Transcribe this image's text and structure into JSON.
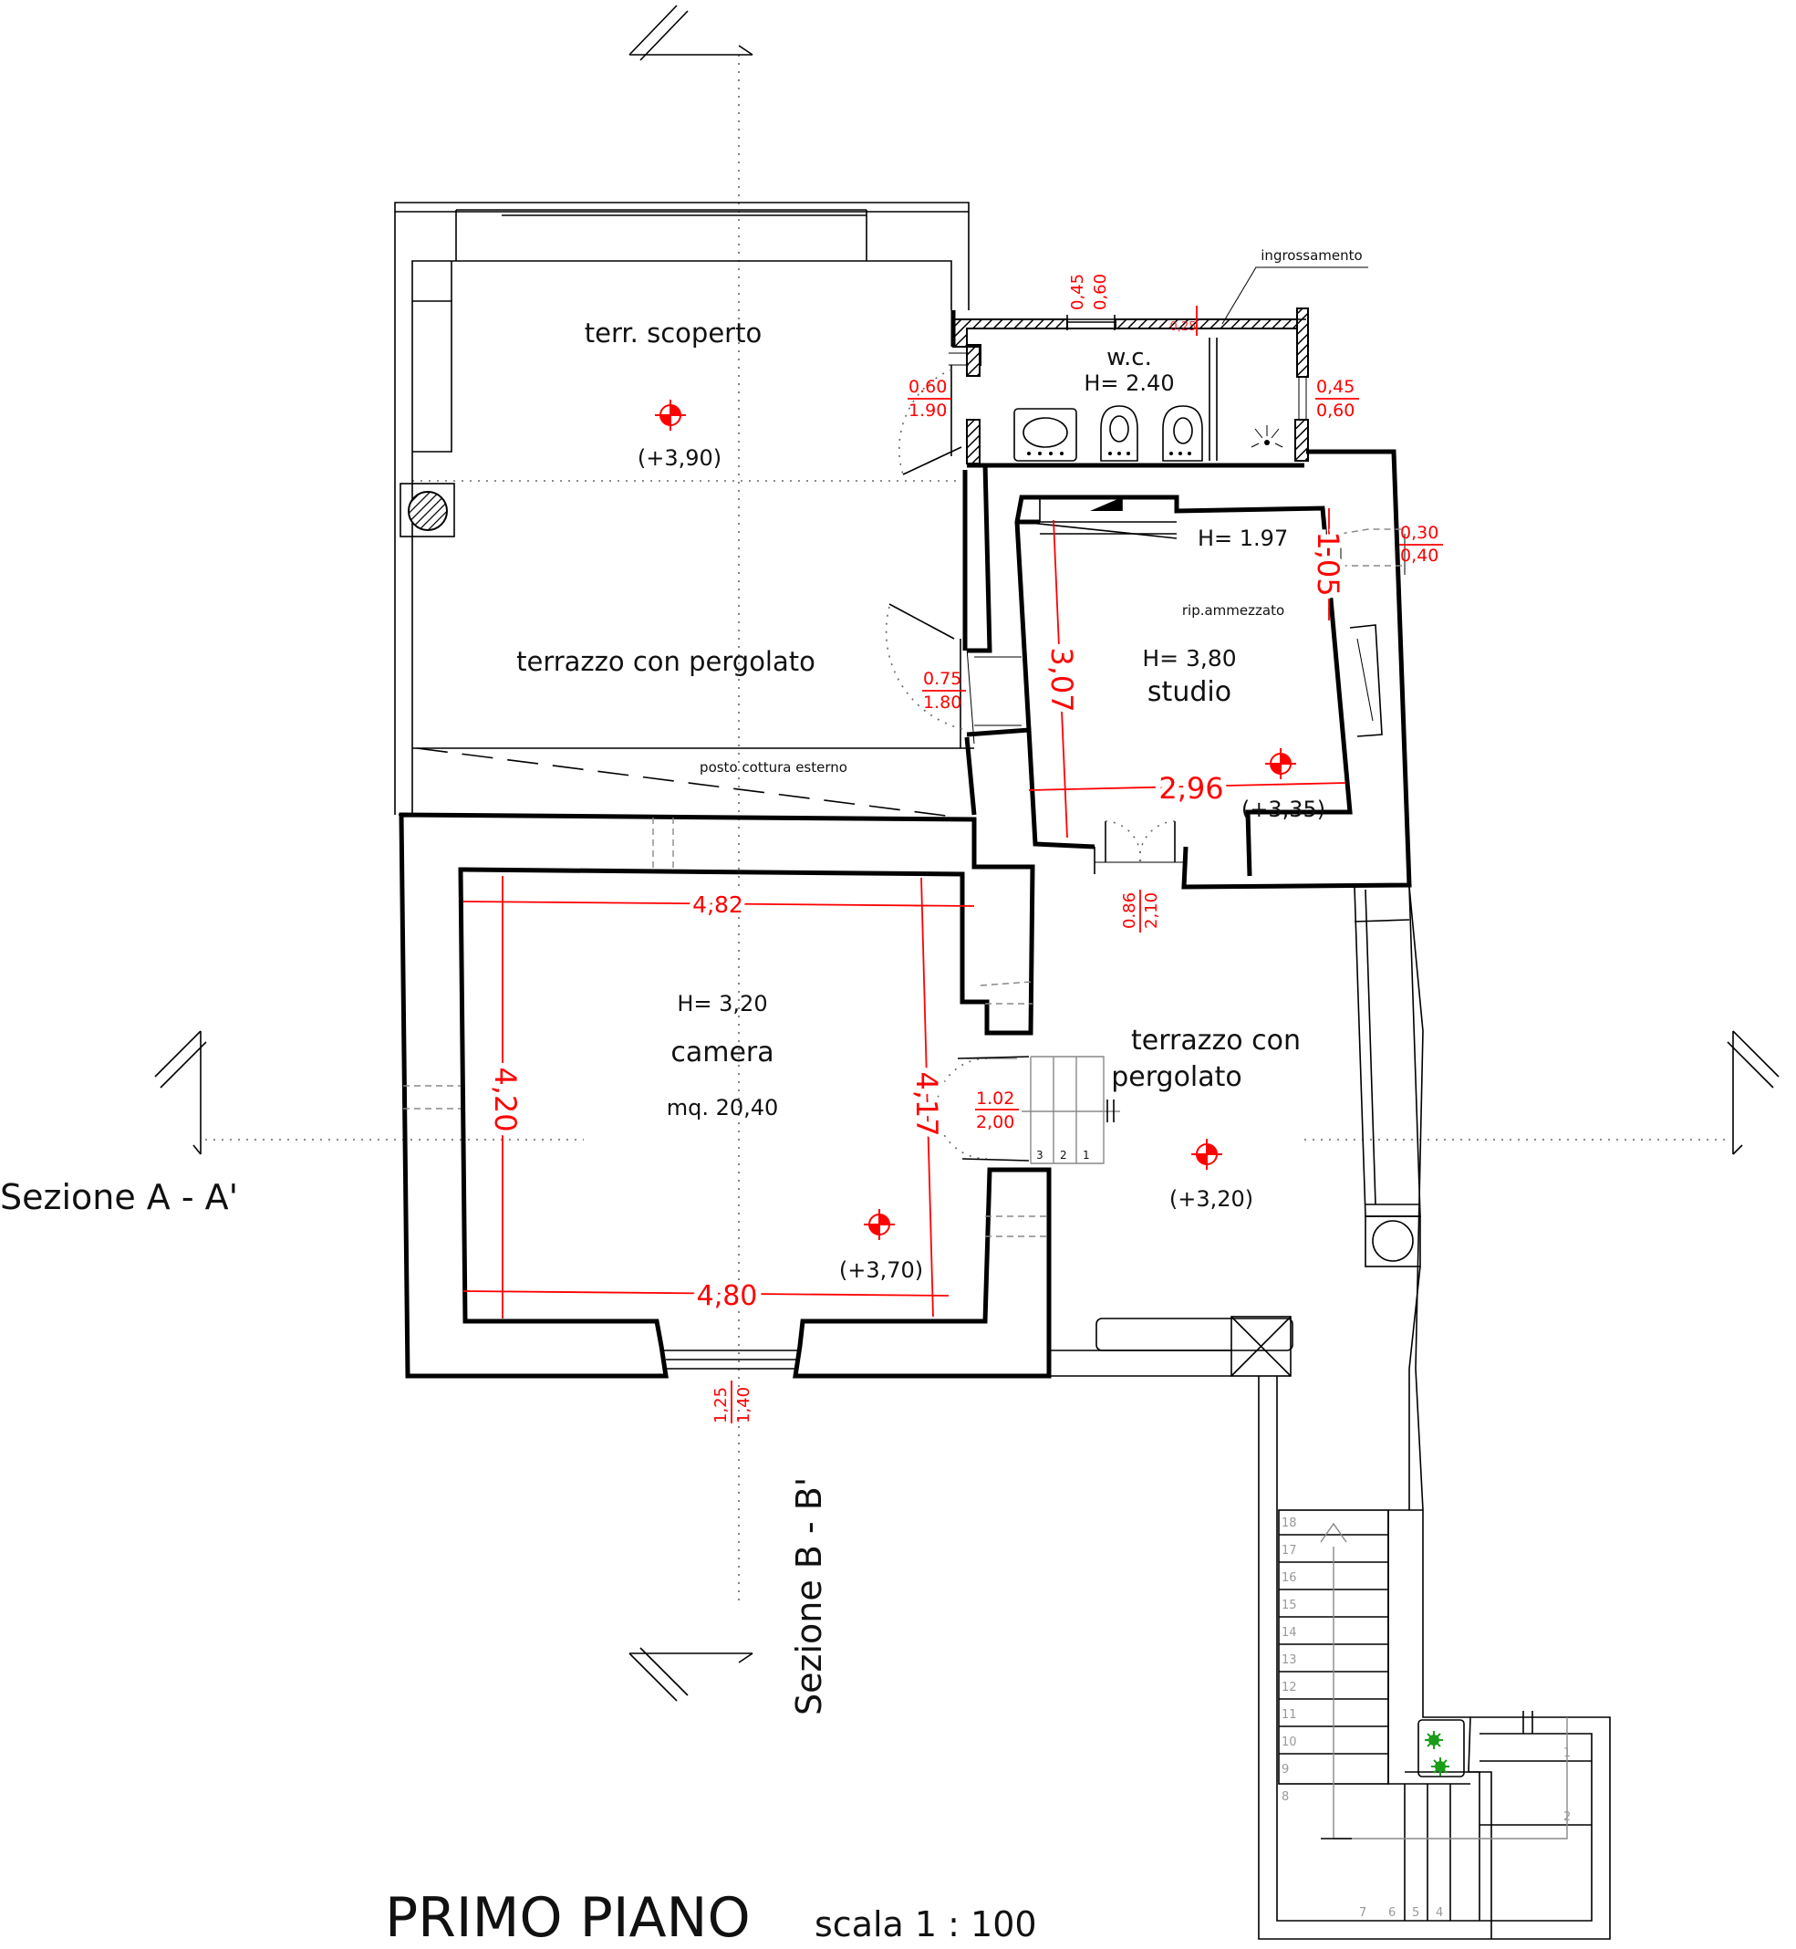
{
  "drawing": {
    "title": "PRIMO PIANO",
    "scale": "scala 1 : 100",
    "section_a": "Sezione A - A'",
    "section_b": "Sezione B - B'"
  },
  "rooms": {
    "terr_scoperto": {
      "name": "terr. scoperto",
      "level": "(+3,90)"
    },
    "terrazzo_nw": {
      "name": "terrazzo con pergolato"
    },
    "cooking": {
      "note": "posto cottura esterno"
    },
    "wc": {
      "name": "w.c.",
      "height": "H= 2.40"
    },
    "studio": {
      "name": "studio",
      "height": "H= 3,80",
      "mezz_height": "H= 1.97",
      "mezz_note": "rip.ammezzato",
      "level": "(+3,35)"
    },
    "camera": {
      "name": "camera",
      "height": "H= 3,20",
      "area": "mq. 20,40",
      "level": "(+3,70)"
    },
    "terrazzo_e": {
      "name_line1": "terrazzo con",
      "name_line2": "pergolato",
      "level": "(+3,20)"
    }
  },
  "notes": {
    "ingrossamento": "ingrossamento"
  },
  "dimensions": {
    "camera_top": "4,82",
    "camera_bottom": "4,80",
    "camera_left": "4,20",
    "camera_right": "4,17",
    "studio_width": "2,96",
    "studio_depth": "3,07",
    "studio_mezz": "1,05"
  },
  "openings": [
    {
      "id": "wc-top",
      "w": "0,45",
      "h": "0,60"
    },
    {
      "id": "wc-top-small",
      "w": "0,25"
    },
    {
      "id": "wc-right",
      "w": "0,45",
      "h": "0,60"
    },
    {
      "id": "terr-door",
      "w": "0.60",
      "h": "1.90"
    },
    {
      "id": "studio-right",
      "w": "0,30",
      "h": "0,40"
    },
    {
      "id": "studio-door-w",
      "w": "0.75",
      "h": "1.80"
    },
    {
      "id": "studio-door-s",
      "w": "0.86",
      "h": "2,10"
    },
    {
      "id": "camera-door",
      "w": "1.02",
      "h": "2,00"
    },
    {
      "id": "camera-window",
      "w": "1,25",
      "h": "1,40"
    }
  ],
  "stairs": {
    "main_steps": [
      "18",
      "17",
      "16",
      "15",
      "14",
      "13",
      "12",
      "11",
      "10",
      "9",
      "8"
    ],
    "lower_steps": [
      "7",
      "6",
      "5",
      "4"
    ],
    "inner_steps": [
      "1",
      "2",
      "3"
    ],
    "landing_steps": [
      "1",
      "2"
    ]
  },
  "colors": {
    "dimension": "#ff0000",
    "walls": "#000000",
    "plant": "#1a9e1a"
  }
}
